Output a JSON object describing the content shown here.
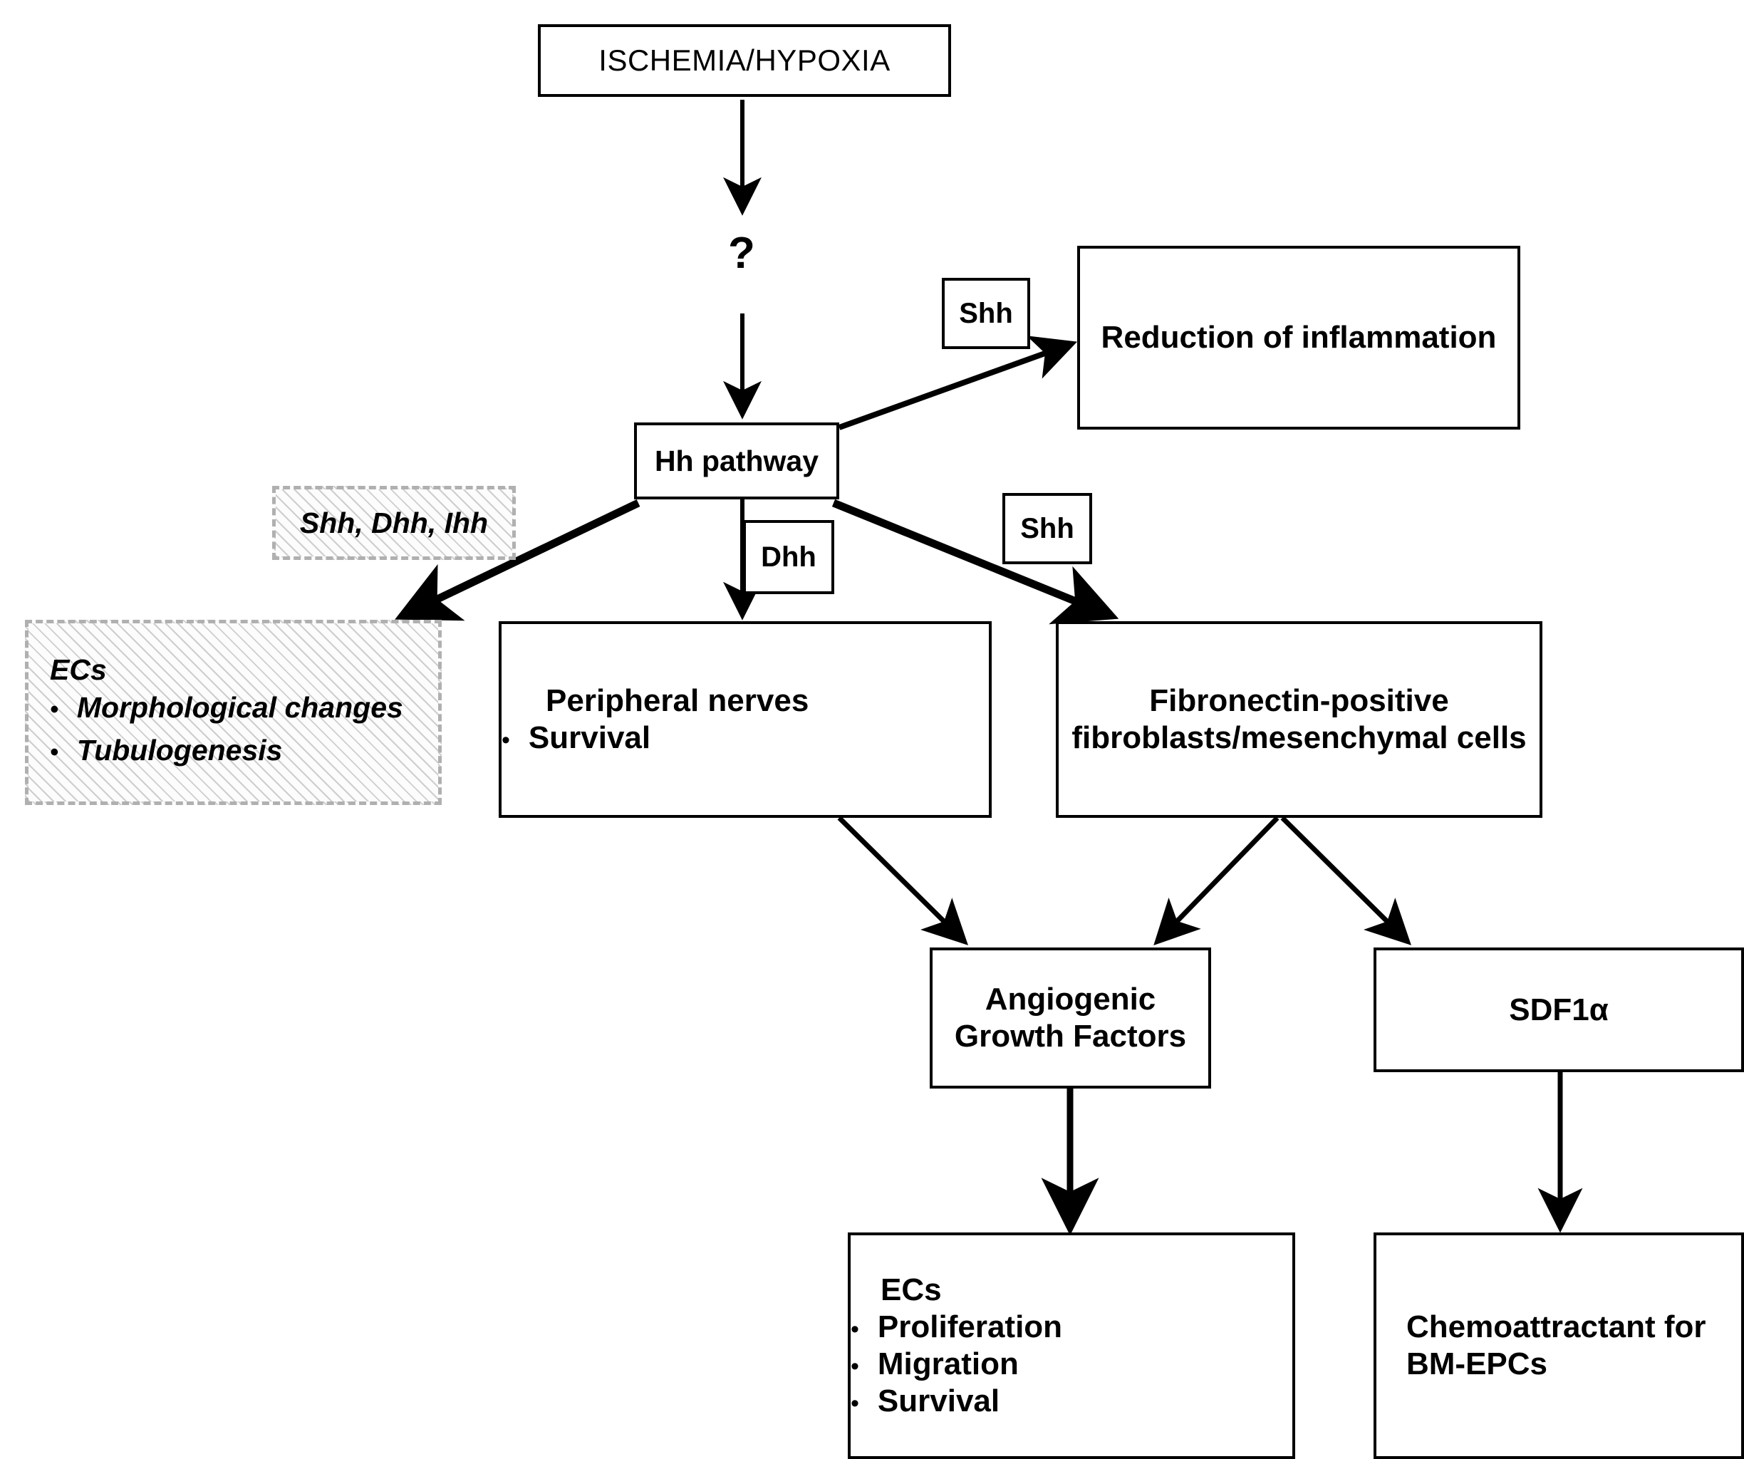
{
  "diagram": {
    "title": "Hedgehog (Hh) pathway in ischemia-induced angiogenesis",
    "type": "flowchart",
    "colors": {
      "stroke": "#000000",
      "background": "#ffffff",
      "hatch_border": "#b0b0b0",
      "hatch_fill": "#fcfcfc"
    }
  },
  "nodes": {
    "ischemia": {
      "label": "ISCHEMIA/HYPOXIA"
    },
    "question": {
      "label": "?"
    },
    "hh_pathway": {
      "label": "Hh pathway"
    },
    "reduction_inflammation": {
      "label": "Reduction of inflammation"
    },
    "peripheral_nerves": {
      "title": "Peripheral nerves",
      "bullets": [
        "Survival"
      ]
    },
    "fibronectin": {
      "line1": "Fibronectin-positive",
      "line2": "fibroblasts/mesenchymal cells"
    },
    "angiogenic_growth_factors": {
      "line1": "Angiogenic",
      "line2": "Growth Factors"
    },
    "sdf1a": {
      "label": "SDF1α"
    },
    "ecs_outcomes": {
      "title": "ECs",
      "bullets": [
        "Proliferation",
        "Migration",
        "Survival"
      ]
    },
    "chemoattractant": {
      "line1": "Chemoattractant for",
      "line2": "BM-EPCs"
    },
    "ecs_hatched": {
      "title": "ECs",
      "bullets": [
        "Morphological changes",
        "Tubulogenesis"
      ]
    },
    "ligands_hatched": {
      "label": "Shh, Dhh, Ihh"
    }
  },
  "edge_labels": {
    "shh_inflammation": "Shh",
    "dhh_nerves": "Dhh",
    "shh_fibronectin": "Shh"
  },
  "chart_data": {
    "type": "diagram",
    "title": "Hh pathway in ischemia",
    "edges": [
      {
        "from": "ISCHEMIA/HYPOXIA",
        "to": "?",
        "label": ""
      },
      {
        "from": "?",
        "to": "Hh pathway",
        "label": ""
      },
      {
        "from": "Hh pathway",
        "to": "Reduction of inflammation",
        "label": "Shh"
      },
      {
        "from": "Hh pathway",
        "to": "ECs (Morphological changes, Tubulogenesis)",
        "label": "Shh, Dhh, Ihh"
      },
      {
        "from": "Hh pathway",
        "to": "Peripheral nerves",
        "label": "Dhh"
      },
      {
        "from": "Hh pathway",
        "to": "Fibronectin-positive fibroblasts/mesenchymal cells",
        "label": "Shh"
      },
      {
        "from": "Peripheral nerves",
        "to": "Angiogenic Growth Factors",
        "label": ""
      },
      {
        "from": "Fibronectin-positive fibroblasts/mesenchymal cells",
        "to": "Angiogenic Growth Factors",
        "label": ""
      },
      {
        "from": "Fibronectin-positive fibroblasts/mesenchymal cells",
        "to": "SDF1α",
        "label": ""
      },
      {
        "from": "Angiogenic Growth Factors",
        "to": "ECs (Proliferation, Migration, Survival)",
        "label": ""
      },
      {
        "from": "SDF1α",
        "to": "Chemoattractant for BM-EPCs",
        "label": ""
      }
    ]
  }
}
